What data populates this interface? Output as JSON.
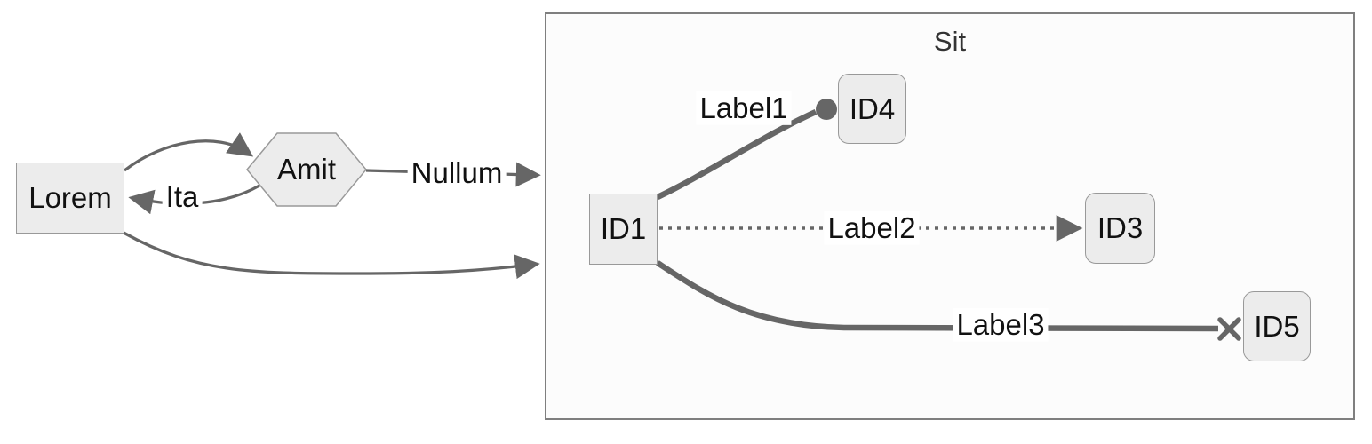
{
  "diagram_type": "flowchart",
  "cluster": {
    "title": "Sit"
  },
  "nodes": {
    "lorem": "Lorem",
    "amit": "Amit",
    "id1": "ID1",
    "id4": "ID4",
    "id3": "ID3",
    "id5": "ID5"
  },
  "edge_labels": {
    "ita": "Ita",
    "nullum": "Nullum",
    "label1": "Label1",
    "label2": "Label2",
    "label3": "Label3"
  },
  "edges": [
    {
      "from": "Lorem",
      "to": "Amit",
      "label": "",
      "style": "solid-arrow"
    },
    {
      "from": "Amit",
      "to": "Lorem",
      "label": "Ita",
      "style": "solid-arrow"
    },
    {
      "from": "Amit",
      "to": "Sit",
      "label": "Nullum",
      "style": "solid-arrow"
    },
    {
      "from": "Lorem",
      "to": "Sit",
      "label": "",
      "style": "solid-arrow"
    },
    {
      "from": "ID1",
      "to": "ID4",
      "label": "Label1",
      "style": "thick-circle-end"
    },
    {
      "from": "ID1",
      "to": "ID3",
      "label": "Label2",
      "style": "dotted-arrow"
    },
    {
      "from": "ID1",
      "to": "ID5",
      "label": "Label3",
      "style": "thick-cross-end"
    }
  ],
  "colors": {
    "background": "#ffffff",
    "node_fill": "#ececec",
    "node_border": "#999999",
    "edge": "#666666",
    "cluster_fill": "#fcfcfc",
    "cluster_border": "#7f7f7f",
    "text": "#111111",
    "cluster_title_text": "#333333"
  }
}
